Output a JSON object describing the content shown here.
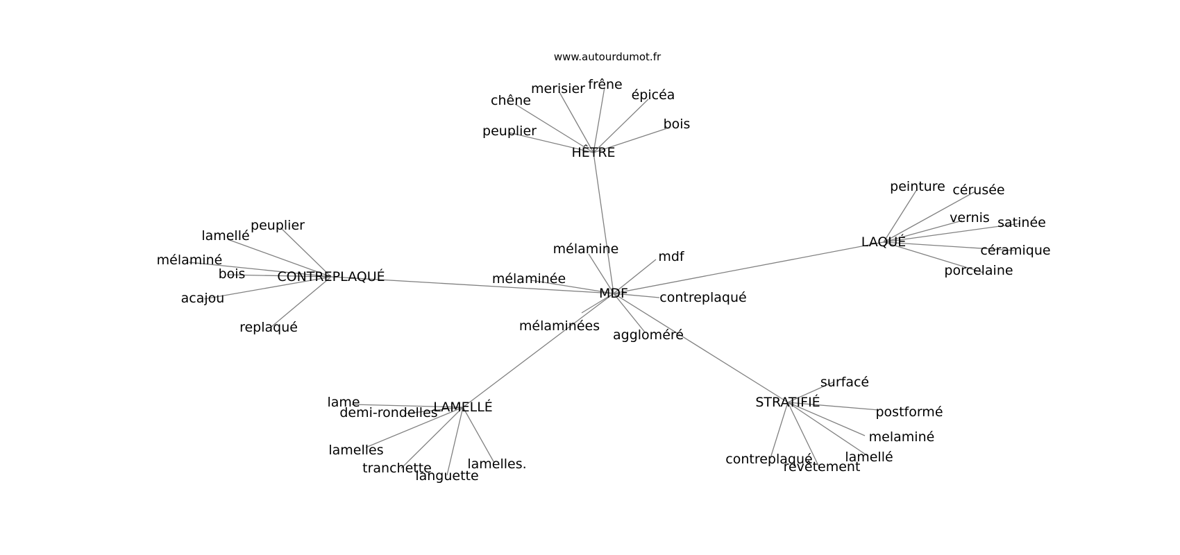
{
  "source": "www.autourdumot.fr",
  "center": "MDF",
  "center_words": [
    "mélamine",
    "mdf",
    "mélaminée",
    "contreplaqué",
    "mélaminées",
    "aggloméré"
  ],
  "clusters": [
    {
      "hub": "HÊTRE",
      "words": [
        "chêne",
        "merisier",
        "frêne",
        "épicéa",
        "peuplier",
        "bois"
      ]
    },
    {
      "hub": "CONTREPLAQUÉ",
      "words": [
        "peuplier",
        "lamellé",
        "mélaminé",
        "bois",
        "acajou",
        "replaqué"
      ]
    },
    {
      "hub": "LAQUÉ",
      "words": [
        "peinture",
        "cérusée",
        "vernis",
        "satinée",
        "céramique",
        "porcelaine"
      ]
    },
    {
      "hub": "LAMELLÉ",
      "words": [
        "lame",
        "demi-rondelles",
        "lamelles",
        "tranchette",
        "languette",
        "lamelles."
      ]
    },
    {
      "hub": "STRATIFIÉ",
      "words": [
        "surfacé",
        "postformé",
        "melaminé",
        "contreplaqué",
        "lamellé",
        "revêtement"
      ]
    }
  ]
}
